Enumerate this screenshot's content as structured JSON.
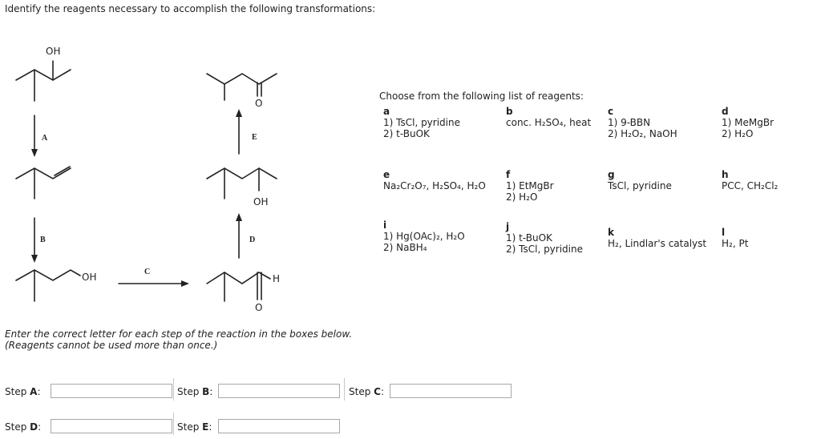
{
  "question": "Identify the reagents necessary to accomplish the following transformations:",
  "scheme": {
    "oh_label_1": "OH",
    "oh_label_2": "OH",
    "oh_label_3": "OH",
    "h_label": "H",
    "o_label_1": "O",
    "o_label_2": "O",
    "arrow_labels": [
      "A",
      "B",
      "C",
      "D",
      "E"
    ]
  },
  "reagents_heading": "Choose from the following list of reagents:",
  "reagents": [
    {
      "letter": "a",
      "lines": [
        "1) TsCl, pyridine",
        "2) t-BuOK"
      ]
    },
    {
      "letter": "b",
      "lines": [
        "conc. H₂SO₄, heat"
      ]
    },
    {
      "letter": "c",
      "lines": [
        "1) 9-BBN",
        "2) H₂O₂, NaOH"
      ]
    },
    {
      "letter": "d",
      "lines": [
        "1) MeMgBr",
        "2) H₂O"
      ]
    },
    {
      "letter": "e",
      "lines": [
        "Na₂Cr₂O₇, H₂SO₄, H₂O"
      ]
    },
    {
      "letter": "f",
      "lines": [
        "1) EtMgBr",
        "2) H₂O"
      ]
    },
    {
      "letter": "g",
      "lines": [
        "TsCl, pyridine"
      ]
    },
    {
      "letter": "h",
      "lines": [
        "PCC, CH₂Cl₂"
      ]
    },
    {
      "letter": "i",
      "lines": [
        "1) Hg(OAc)₂, H₂O",
        "2) NaBH₄"
      ]
    },
    {
      "letter": "j",
      "lines": [
        "1) t-BuOK",
        "2) TsCl, pyridine"
      ]
    },
    {
      "letter": "k",
      "lines": [
        "H₂, Lindlar's catalyst"
      ]
    },
    {
      "letter": "l",
      "lines": [
        "H₂, Pt"
      ]
    }
  ],
  "instructions": {
    "line1": "Enter the correct letter for each step of the reaction in the boxes below.",
    "line2": "(Reagents cannot be used more than once.)"
  },
  "steps": [
    {
      "label": "Step",
      "letter": "A",
      "value": ""
    },
    {
      "label": "Step",
      "letter": "B",
      "value": ""
    },
    {
      "label": "Step",
      "letter": "C",
      "value": ""
    },
    {
      "label": "Step",
      "letter": "D",
      "value": ""
    },
    {
      "label": "Step",
      "letter": "E",
      "value": ""
    }
  ]
}
